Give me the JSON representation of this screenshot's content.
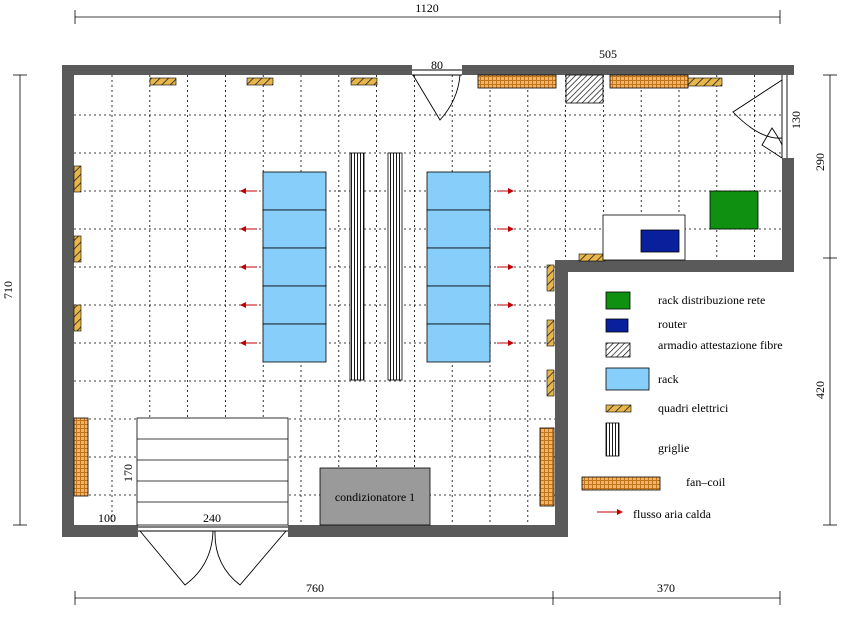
{
  "dimensions": {
    "top_total": "1120",
    "door_top": "80",
    "top_right": "505",
    "left_height": "710",
    "right_upper": "130",
    "right_mid": "290",
    "right_lower": "420",
    "bottom_left": "760",
    "bottom_right": "370",
    "door_offset": "100",
    "door_width": "240",
    "grille_depth": "170"
  },
  "equipment": {
    "conditioner_label": "condizionatore 1"
  },
  "legend": {
    "items": [
      {
        "key": "rack-network",
        "label": "rack distribuzione rete",
        "color": "#109010"
      },
      {
        "key": "router",
        "label": "router",
        "color": "#0a1f9c"
      },
      {
        "key": "fiber-cabinet",
        "label": "armadio attestazione fibre",
        "color": "#ffffff"
      },
      {
        "key": "rack",
        "label": "rack",
        "color": "#87cefa"
      },
      {
        "key": "electrical-panel",
        "label": "quadri elettrici",
        "color": "#e8b64a"
      },
      {
        "key": "grille",
        "label": "griglie",
        "color": "#ffffff"
      },
      {
        "key": "fan-coil",
        "label": "fan–coil",
        "color": "#f2b46a"
      },
      {
        "key": "hot-air-flow",
        "label": "flusso aria calda",
        "color": "#c00000"
      }
    ]
  },
  "colors": {
    "wall": "#5a5a5a",
    "rack": "#87cefa",
    "network_rack": "#109010",
    "router": "#0a1f9c",
    "panel": "#e8b64a",
    "fancoil": "#f2b46a",
    "conditioner": "#9a9a9a",
    "arrow": "#c00000"
  }
}
